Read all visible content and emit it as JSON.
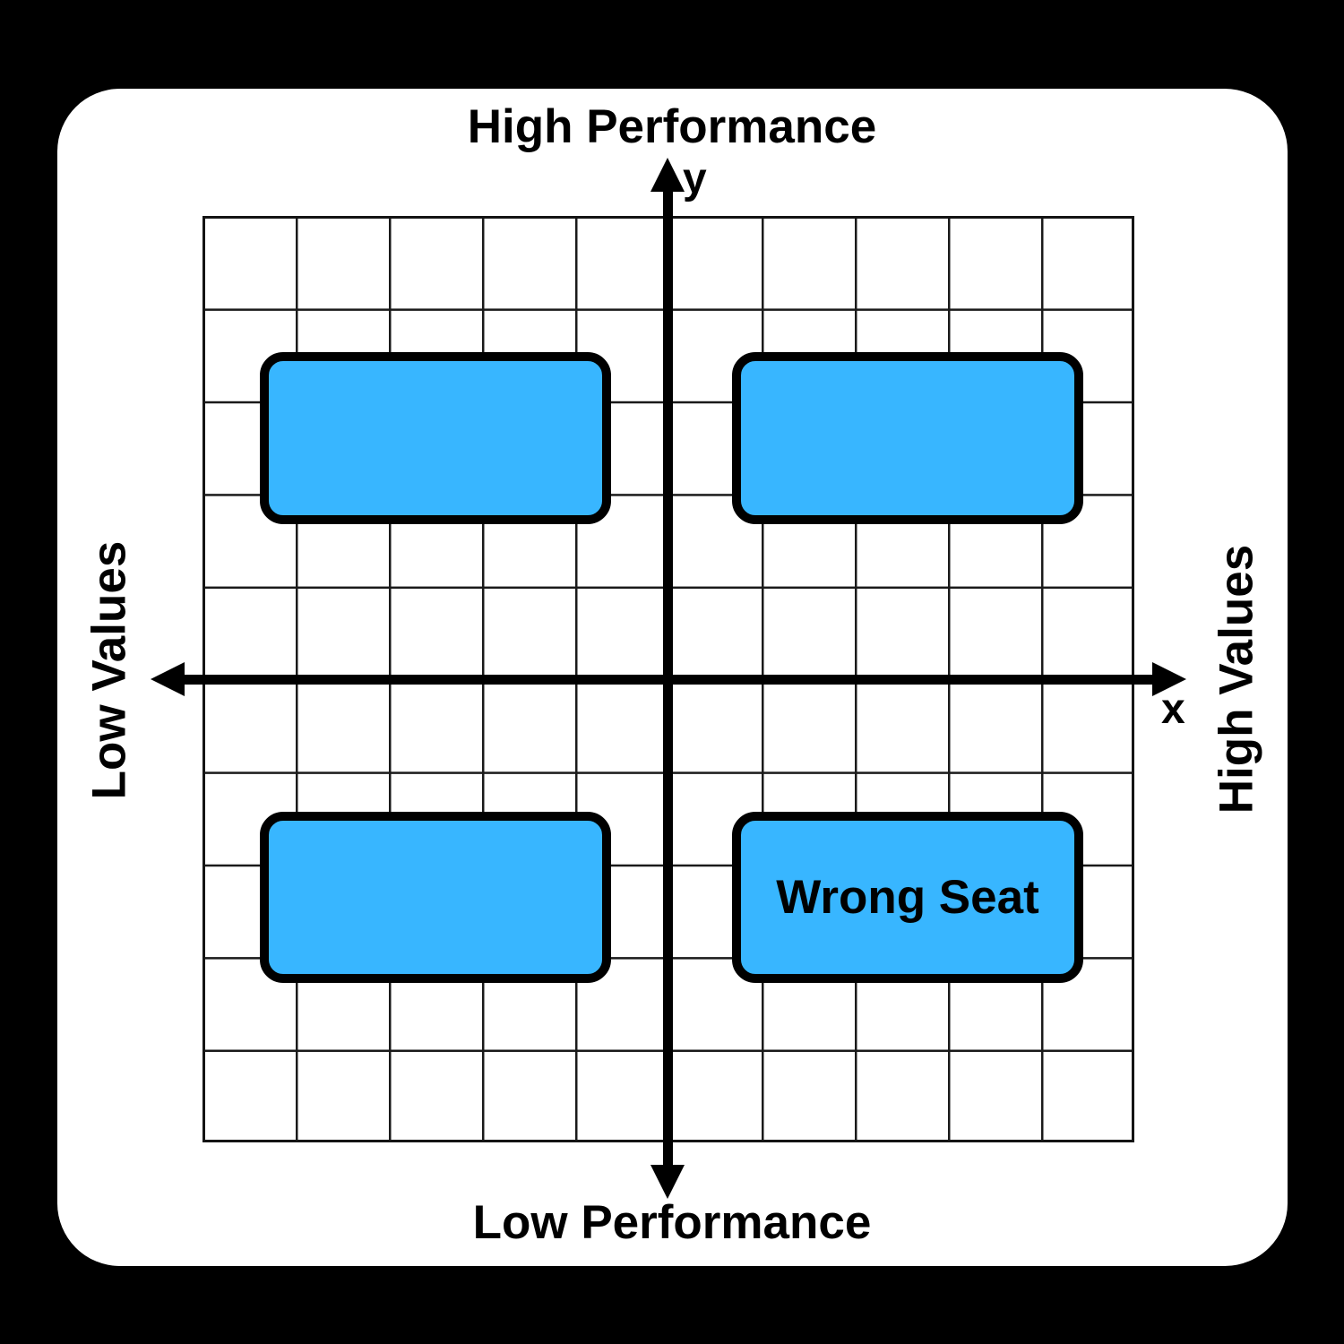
{
  "diagram": {
    "type": "quadrant-matrix",
    "grid": {
      "rows": 10,
      "columns": 10
    },
    "labels": {
      "top": "High Performance",
      "bottom": "Low Performance",
      "left": "Low Values",
      "right": "High Values",
      "x_axis": "x",
      "y_axis": "y"
    },
    "boxes": [
      {
        "position": "top-left",
        "label": ""
      },
      {
        "position": "top-right",
        "label": ""
      },
      {
        "position": "bottom-left",
        "label": ""
      },
      {
        "position": "bottom-right",
        "label": "Wrong Seat"
      }
    ],
    "colors": {
      "background": "#000000",
      "card": "#FFFFFF",
      "grid_line": "#1A1A1A",
      "axis": "#000000",
      "box_fill": "#38B6FF",
      "box_border": "#000000",
      "text": "#000000"
    }
  }
}
